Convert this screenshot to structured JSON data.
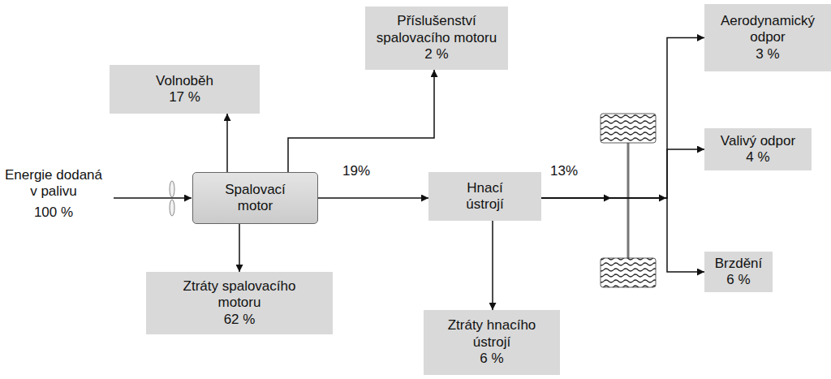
{
  "diagram": {
    "nodes": [
      {
        "text": [
          "Volnoběh",
          "17 %"
        ]
      },
      {
        "text": [
          "Příslušenství spalovacího motoru",
          "2 %"
        ]
      },
      {
        "text": [
          "Aerodynamický odpor",
          "3 %"
        ]
      },
      {
        "text": [
          "Spalovací motor"
        ]
      },
      {
        "text": [
          "Hnací ústrojí"
        ]
      },
      {
        "text": [
          "Valivý odpor",
          "4 %"
        ]
      },
      {
        "text": [
          "Ztráty spalovacího motoru",
          "62 %"
        ]
      },
      {
        "text": [
          "Brzdění",
          "6 %"
        ]
      },
      {
        "text": [
          "Ztráty hnacího ústrojí",
          "6 %"
        ]
      }
    ],
    "edges": [
      {
        "from": 3,
        "to": 0,
        "arrow": "to"
      },
      {
        "from": 3,
        "to": 1,
        "arrow": "to"
      },
      {
        "from": 3,
        "to": 6,
        "arrow": "to"
      },
      {
        "from": 3,
        "to": 4,
        "label": "19%",
        "arrow": "to"
      },
      {
        "from": 4,
        "to": 8,
        "arrow": "to"
      },
      {
        "from": 4,
        "to": 2,
        "label": "13%",
        "arrow": "to"
      },
      {
        "from": 4,
        "to": 5,
        "arrow": "to"
      },
      {
        "from": 4,
        "to": 7,
        "arrow": "to"
      }
    ],
    "labels": [
      "Energie dodaná v palivu",
      "100 %"
    ]
  }
}
